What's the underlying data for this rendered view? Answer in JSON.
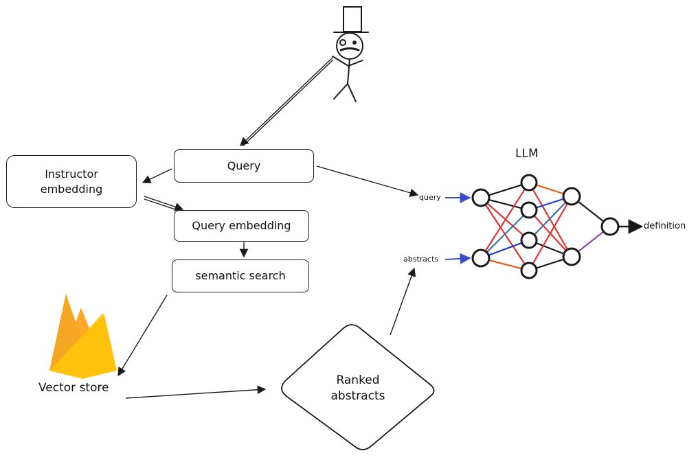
{
  "nodes": {
    "query": "Query",
    "instructor_embedding": "Instructor embedding",
    "query_embedding": "Query embedding",
    "semantic_search": "semantic search",
    "vector_store": "Vector store",
    "ranked_abstracts": "Ranked abstracts",
    "llm": "LLM"
  },
  "edge_labels": {
    "query_in": "query",
    "abstracts_in": "abstracts",
    "output": "definition"
  },
  "icons": [
    "user-stick-figure-icon",
    "firebase-flame-icon"
  ],
  "colors": {
    "stroke": "#1a1a1a",
    "input_arrow": "#3b4cca",
    "edge_red": "#e03131",
    "edge_orange": "#e8590c",
    "edge_blue": "#1c38d4",
    "edge_steel": "#3a6ea5",
    "edge_purple": "#8e44ad",
    "firebase_yellow": "#ffca28",
    "firebase_orange": "#f5a623",
    "firebase_light": "#ffa726"
  }
}
